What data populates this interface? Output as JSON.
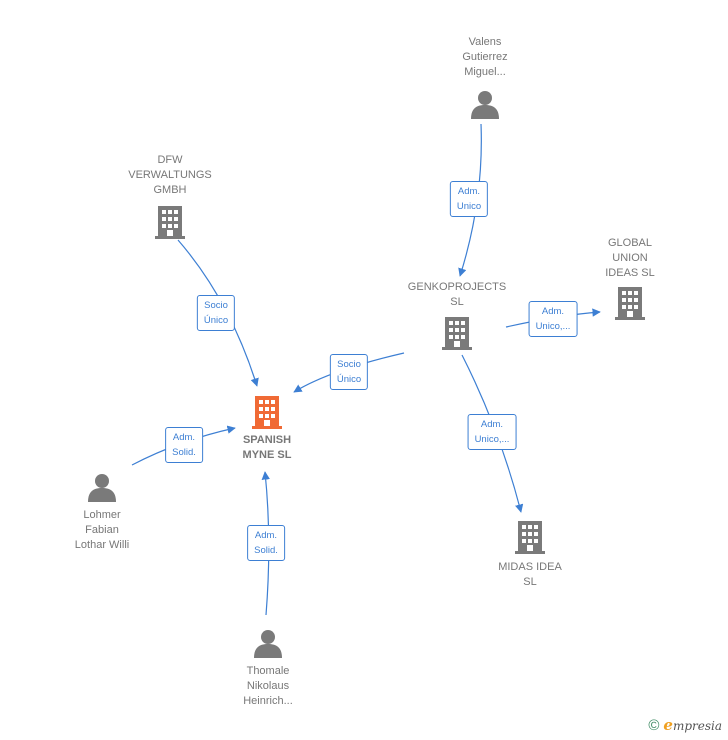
{
  "nodes": [
    {
      "id": "spanish",
      "label": "SPANISH\nMYNE  SL",
      "type": "company",
      "main": true
    },
    {
      "id": "dfw",
      "label": "DFW\nVERWALTUNGS\nGMBH",
      "type": "company"
    },
    {
      "id": "valens",
      "label": "Valens\nGutierrez\nMiguel...",
      "type": "person"
    },
    {
      "id": "genko",
      "label": "GENKOPROJECTS\nSL",
      "type": "company"
    },
    {
      "id": "global",
      "label": "GLOBAL\nUNION\nIDEAS  SL",
      "type": "company"
    },
    {
      "id": "midas",
      "label": "MIDAS IDEA\nSL",
      "type": "company"
    },
    {
      "id": "lohmer",
      "label": "Lohmer\nFabian\nLothar Willi",
      "type": "person"
    },
    {
      "id": "thomale",
      "label": "Thomale\nNikolaus\nHeinrich...",
      "type": "person"
    }
  ],
  "edges": [
    {
      "from": "dfw",
      "to": "spanish",
      "label": "Socio\nÚnico"
    },
    {
      "from": "genko",
      "to": "spanish",
      "label": "Socio\nÚnico"
    },
    {
      "from": "valens",
      "to": "genko",
      "label": "Adm.\nUnico"
    },
    {
      "from": "genko",
      "to": "global",
      "label": "Adm.\nUnico,..."
    },
    {
      "from": "genko",
      "to": "midas",
      "label": "Adm.\nUnico,..."
    },
    {
      "from": "lohmer",
      "to": "spanish",
      "label": "Adm.\nSolid."
    },
    {
      "from": "thomale",
      "to": "spanish",
      "label": "Adm.\nSolid."
    }
  ],
  "colors": {
    "main_node": "#f06a35",
    "node": "#7a7a7a",
    "edge": "#3d7fd3"
  },
  "footer": {
    "copyright": "©",
    "brand_initial": "e",
    "brand_rest": "mpresia"
  }
}
